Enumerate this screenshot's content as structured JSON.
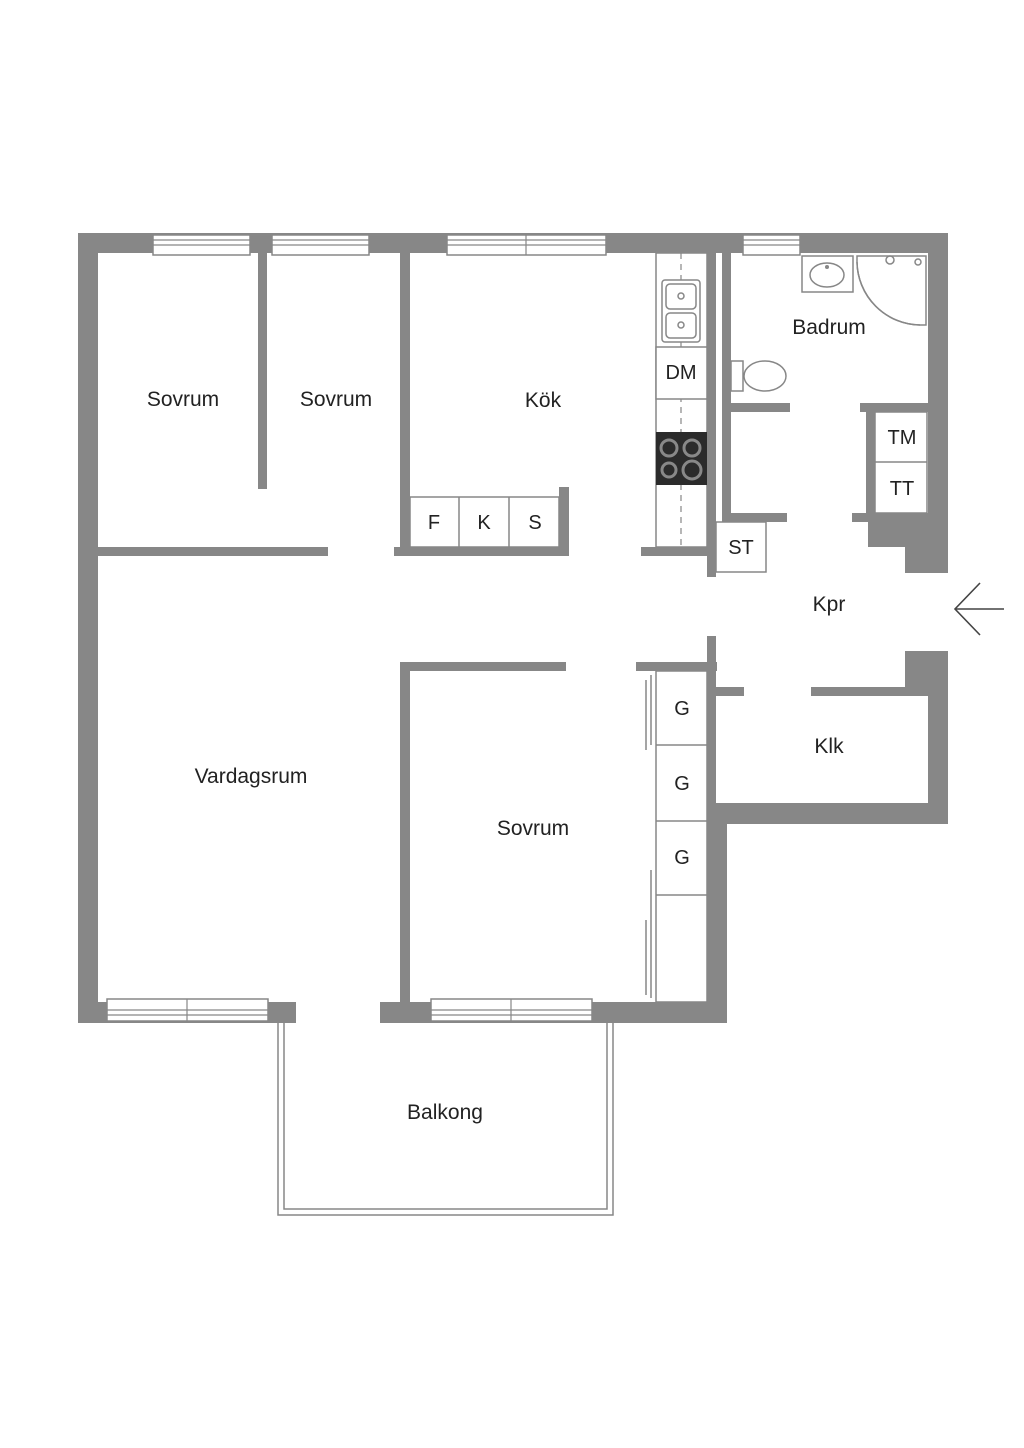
{
  "rooms": {
    "sovrum_1": "Sovrum",
    "sovrum_2": "Sovrum",
    "kok": "Kök",
    "badrum": "Badrum",
    "vardagsrum": "Vardagsrum",
    "sovrum_3": "Sovrum",
    "kpr": "Kpr",
    "klk": "Klk",
    "balkong": "Balkong"
  },
  "fixtures": {
    "dm": "DM",
    "f": "F",
    "k": "K",
    "s": "S",
    "tm": "TM",
    "tt": "TT",
    "st": "ST",
    "g1": "G",
    "g2": "G",
    "g3": "G"
  },
  "icons": {
    "entrance": "entrance-arrow-icon",
    "sink": "sink-icon",
    "stove": "stove-icon",
    "toilet": "toilet-icon",
    "washbasin": "washbasin-icon",
    "shower": "shower-icon"
  },
  "colors": {
    "wall": "#878787",
    "stove": "#2b2b2b",
    "text": "#222222",
    "background": "#ffffff"
  }
}
